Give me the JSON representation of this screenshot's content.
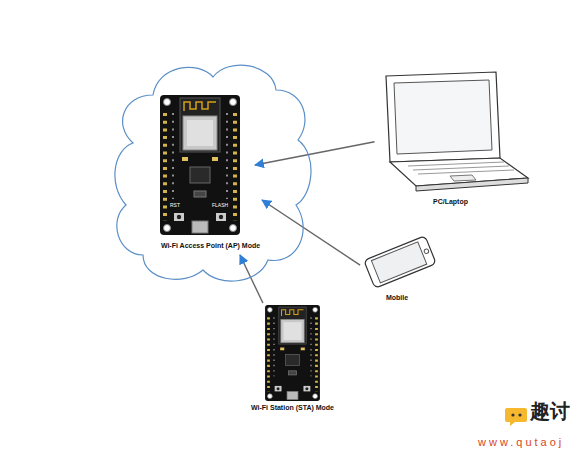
{
  "diagram": {
    "nodes": [
      {
        "text": [
          "Wi-Fi Access Point (AP) Mode"
        ]
      },
      {
        "text": [
          "PC/Laptop"
        ]
      },
      {
        "text": [
          "Mobile"
        ]
      },
      {
        "text": [
          "Wi-Fi Station (STA) Mode"
        ]
      }
    ],
    "edges": [
      {
        "from": 1,
        "to": 0,
        "arrow": "to"
      },
      {
        "from": 2,
        "to": 0,
        "arrow": "to"
      },
      {
        "from": 3,
        "to": 0,
        "arrow": "to"
      }
    ],
    "labels": [
      "RST",
      "FLASH",
      "趣讨",
      "www.qutaoj"
    ]
  }
}
